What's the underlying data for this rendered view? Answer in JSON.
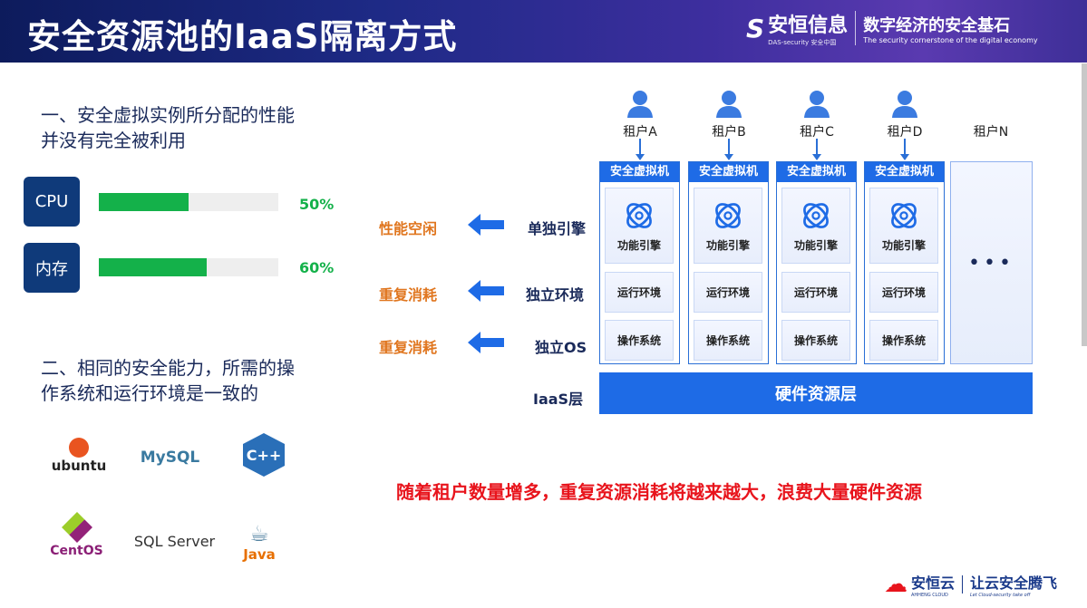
{
  "header": {
    "title": "安全资源池的IaaS隔离方式",
    "brand_name": "安恒信息",
    "brand_sub": "DAS-security 安全中国",
    "slogan": "数字经济的安全基石",
    "slogan_en": "The security cornerstone of the digital economy"
  },
  "left": {
    "point1": [
      "一、安全虚拟实例所分配的性能",
      "并没有完全被利用"
    ],
    "metrics": [
      {
        "label": "CPU",
        "value": 50,
        "text": "50%"
      },
      {
        "label": "内存",
        "value": 60,
        "text": "60%"
      }
    ],
    "point2": [
      "二、相同的安全能力，所需的操",
      "作系统和运行环境是一致的"
    ],
    "logos": [
      "ubuntu",
      "MySQL",
      "C++",
      "CentOS",
      "SQL Server",
      "Java"
    ]
  },
  "diagram": {
    "tenants": [
      "租户A",
      "租户B",
      "租户C",
      "租户D",
      "租户N"
    ],
    "vm_title": "安全虚拟机",
    "layers": [
      "功能引擎",
      "运行环境",
      "操作系统"
    ],
    "ellipsis": "•••",
    "row_labels": [
      "单独引擎",
      "独立环境",
      "独立OS",
      "IaaS层"
    ],
    "effects": [
      "性能空闲",
      "重复消耗",
      "重复消耗"
    ],
    "hardware": "硬件资源层",
    "accent": "#1e6be6",
    "effect_color": "#e0761f"
  },
  "note": "随着租户数量增多，重复资源消耗将越来越大，浪费大量硬件资源",
  "footer": {
    "brand": "安恒云",
    "brand_en": "AHHENG CLOUD",
    "slogan": "让云安全腾飞",
    "slogan_en": "Let Cloud-security take off"
  }
}
